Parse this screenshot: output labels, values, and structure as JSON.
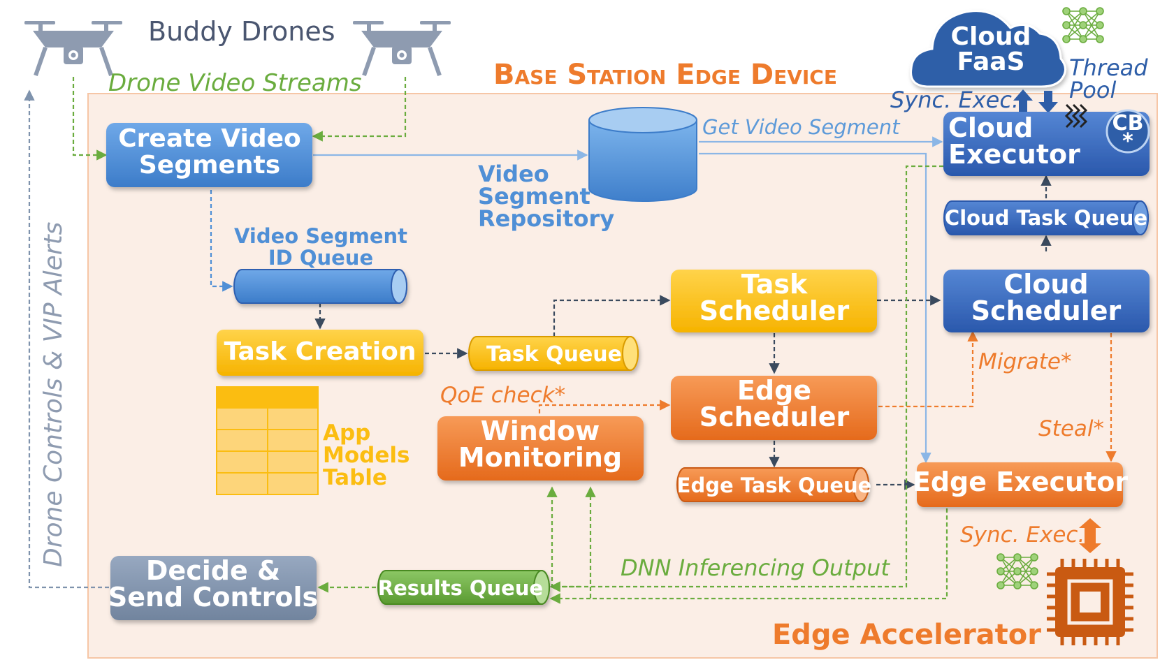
{
  "colors": {
    "blue": "#4f8fd6",
    "blue_dark": "#2f5fb0",
    "yellow": "#fbbd11",
    "orange": "#ee7b2c",
    "green": "#6aac3e",
    "slate": "#7f93ad",
    "panel_fill": "#fbeee6",
    "panel_border": "#f6c6a6",
    "title_orange": "#ee7b2c"
  },
  "title": "Base Station Edge Device",
  "drones": {
    "label": "Buddy Drones",
    "stream_label": "Drone Video Streams"
  },
  "side_label": "Drone Controls & VIP Alerts",
  "cloud": {
    "line1": "Cloud",
    "line2": "FaaS",
    "pool_line1": "Thread",
    "pool_line2": "Pool",
    "sync_label": "Sync. Exec."
  },
  "boxes": {
    "create_video": {
      "line1": "Create Video",
      "line2": "Segments"
    },
    "repository": {
      "line1": "Video",
      "line2": "Segment",
      "line3": "Repository"
    },
    "get_segment": "Get Video Segment",
    "cloud_executor": {
      "line1": "Cloud",
      "line2": "Executor",
      "badge_line1": "CB",
      "badge_line2": "*"
    },
    "cloud_task_queue": "Cloud Task Queue",
    "id_queue": {
      "line1": "Video Segment",
      "line2": "ID Queue"
    },
    "task_creation": "Task Creation",
    "task_queue": "Task Queue",
    "task_scheduler": {
      "line1": "Task",
      "line2": "Scheduler"
    },
    "cloud_scheduler": {
      "line1": "Cloud",
      "line2": "Scheduler"
    },
    "app_models": {
      "line1": "App",
      "line2": "Models",
      "line3": "Table"
    },
    "qoe_check": "QoE check*",
    "window_monitoring": {
      "line1": "Window",
      "line2": "Monitoring"
    },
    "edge_scheduler": {
      "line1": "Edge",
      "line2": "Scheduler"
    },
    "migrate": "Migrate*",
    "steal": "Steal*",
    "edge_task_queue": "Edge Task Queue",
    "edge_executor": "Edge Executor",
    "edge_sync": "Sync. Exec.",
    "decide": {
      "line1": "Decide &",
      "line2": "Send Controls"
    },
    "results_queue": "Results Queue",
    "dnn_output": "DNN Inferencing Output",
    "edge_accelerator": "Edge Accelerator"
  }
}
